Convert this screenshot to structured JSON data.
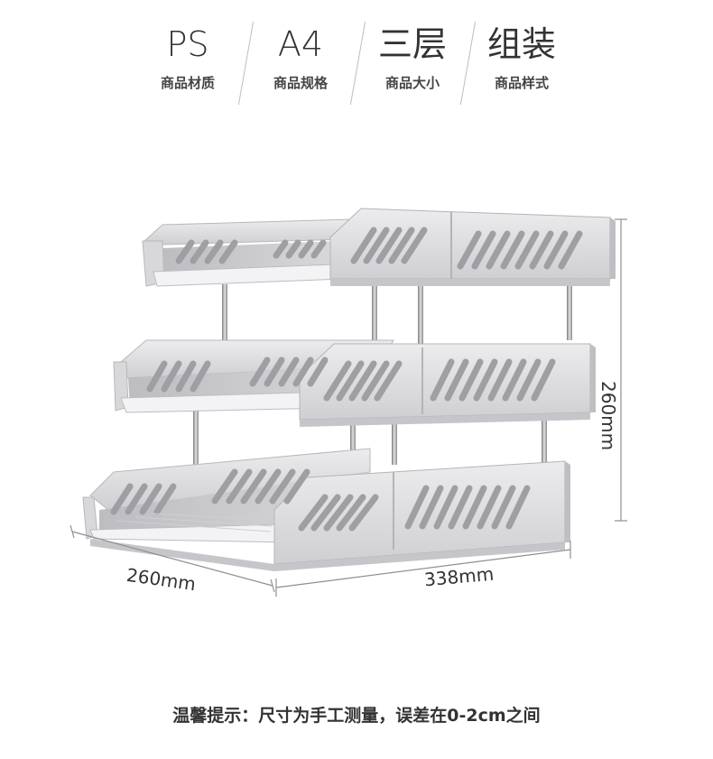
{
  "specs": [
    {
      "value": "PS",
      "label": "商品材质"
    },
    {
      "value": "A4",
      "label": "商品规格"
    },
    {
      "value": "三层",
      "label": "商品大小"
    },
    {
      "value": "组装",
      "label": "商品样式"
    }
  ],
  "dimensions": {
    "height": "260mm",
    "depth": "260mm",
    "width": "338mm"
  },
  "footer_note": "温馨提示：尺寸为手工测量，误差在0-2cm之间",
  "colors": {
    "tray_light": "#e6e6e8",
    "tray_mid": "#cfcfd2",
    "tray_dark": "#a9a9ad",
    "rod": "#9a9a9a",
    "text": "#333333"
  }
}
